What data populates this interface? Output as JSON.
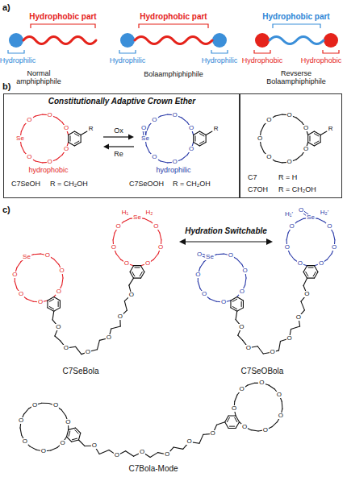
{
  "diagram": {
    "nodes": [
      {
        "text": [
          "Constitutionally Adaptive Crown Ether"
        ]
      },
      {
        "text": [
          "C7",
          "R = H",
          "C7OH",
          "R = CH₂OH"
        ]
      }
    ],
    "labels": [
      "a)",
      "Hydrophobic part",
      "Hydrophilic",
      "Normal amphiphiphile",
      "Hydrophobic part",
      "Hydrophilic",
      "Hydrophilic",
      "Bolaamphiphiphile",
      "Hydrophobic part",
      "Hydrophobic",
      "Hydrophobic",
      "Revserse Bolaamphiphiphile",
      "b)",
      "hydrophobic",
      "hydrophilic",
      "Ox",
      "Re",
      "C7SeOH",
      "R = CH₂OH",
      "C7SeOOH",
      "R = CH₂OH",
      "O",
      "O",
      "O",
      "Se",
      "O",
      "O",
      "O",
      "R",
      "O",
      "O",
      "O",
      "Se",
      "O",
      "O",
      "O",
      "O",
      "R",
      "O",
      "O",
      "O",
      "O",
      "O",
      "O",
      "O",
      "R",
      "c)",
      "Hydration Switchable",
      "C7SeBola",
      "C7SeOBola",
      "C7Bola-Mode",
      "O",
      "O",
      "O",
      "Se",
      "O",
      "O",
      "O",
      "O",
      "O",
      "O",
      "Se",
      "O",
      "O",
      "O",
      "H₁",
      "H₂",
      "O",
      "O",
      "O",
      "O",
      "O",
      "O",
      "O",
      "O",
      "O",
      "Se",
      "O",
      "O",
      "O",
      "O",
      "O",
      "O",
      "O",
      "Se",
      "O",
      "O",
      "O",
      "O",
      "H₁'",
      "H₂'",
      "O",
      "O",
      "O",
      "O",
      "O",
      "O",
      "O",
      "O",
      "O",
      "O",
      "O",
      "O",
      "O",
      "O",
      "O",
      "O",
      "O",
      "O",
      "O",
      "O",
      "O",
      "O",
      "O",
      "O",
      "O",
      "O"
    ]
  }
}
